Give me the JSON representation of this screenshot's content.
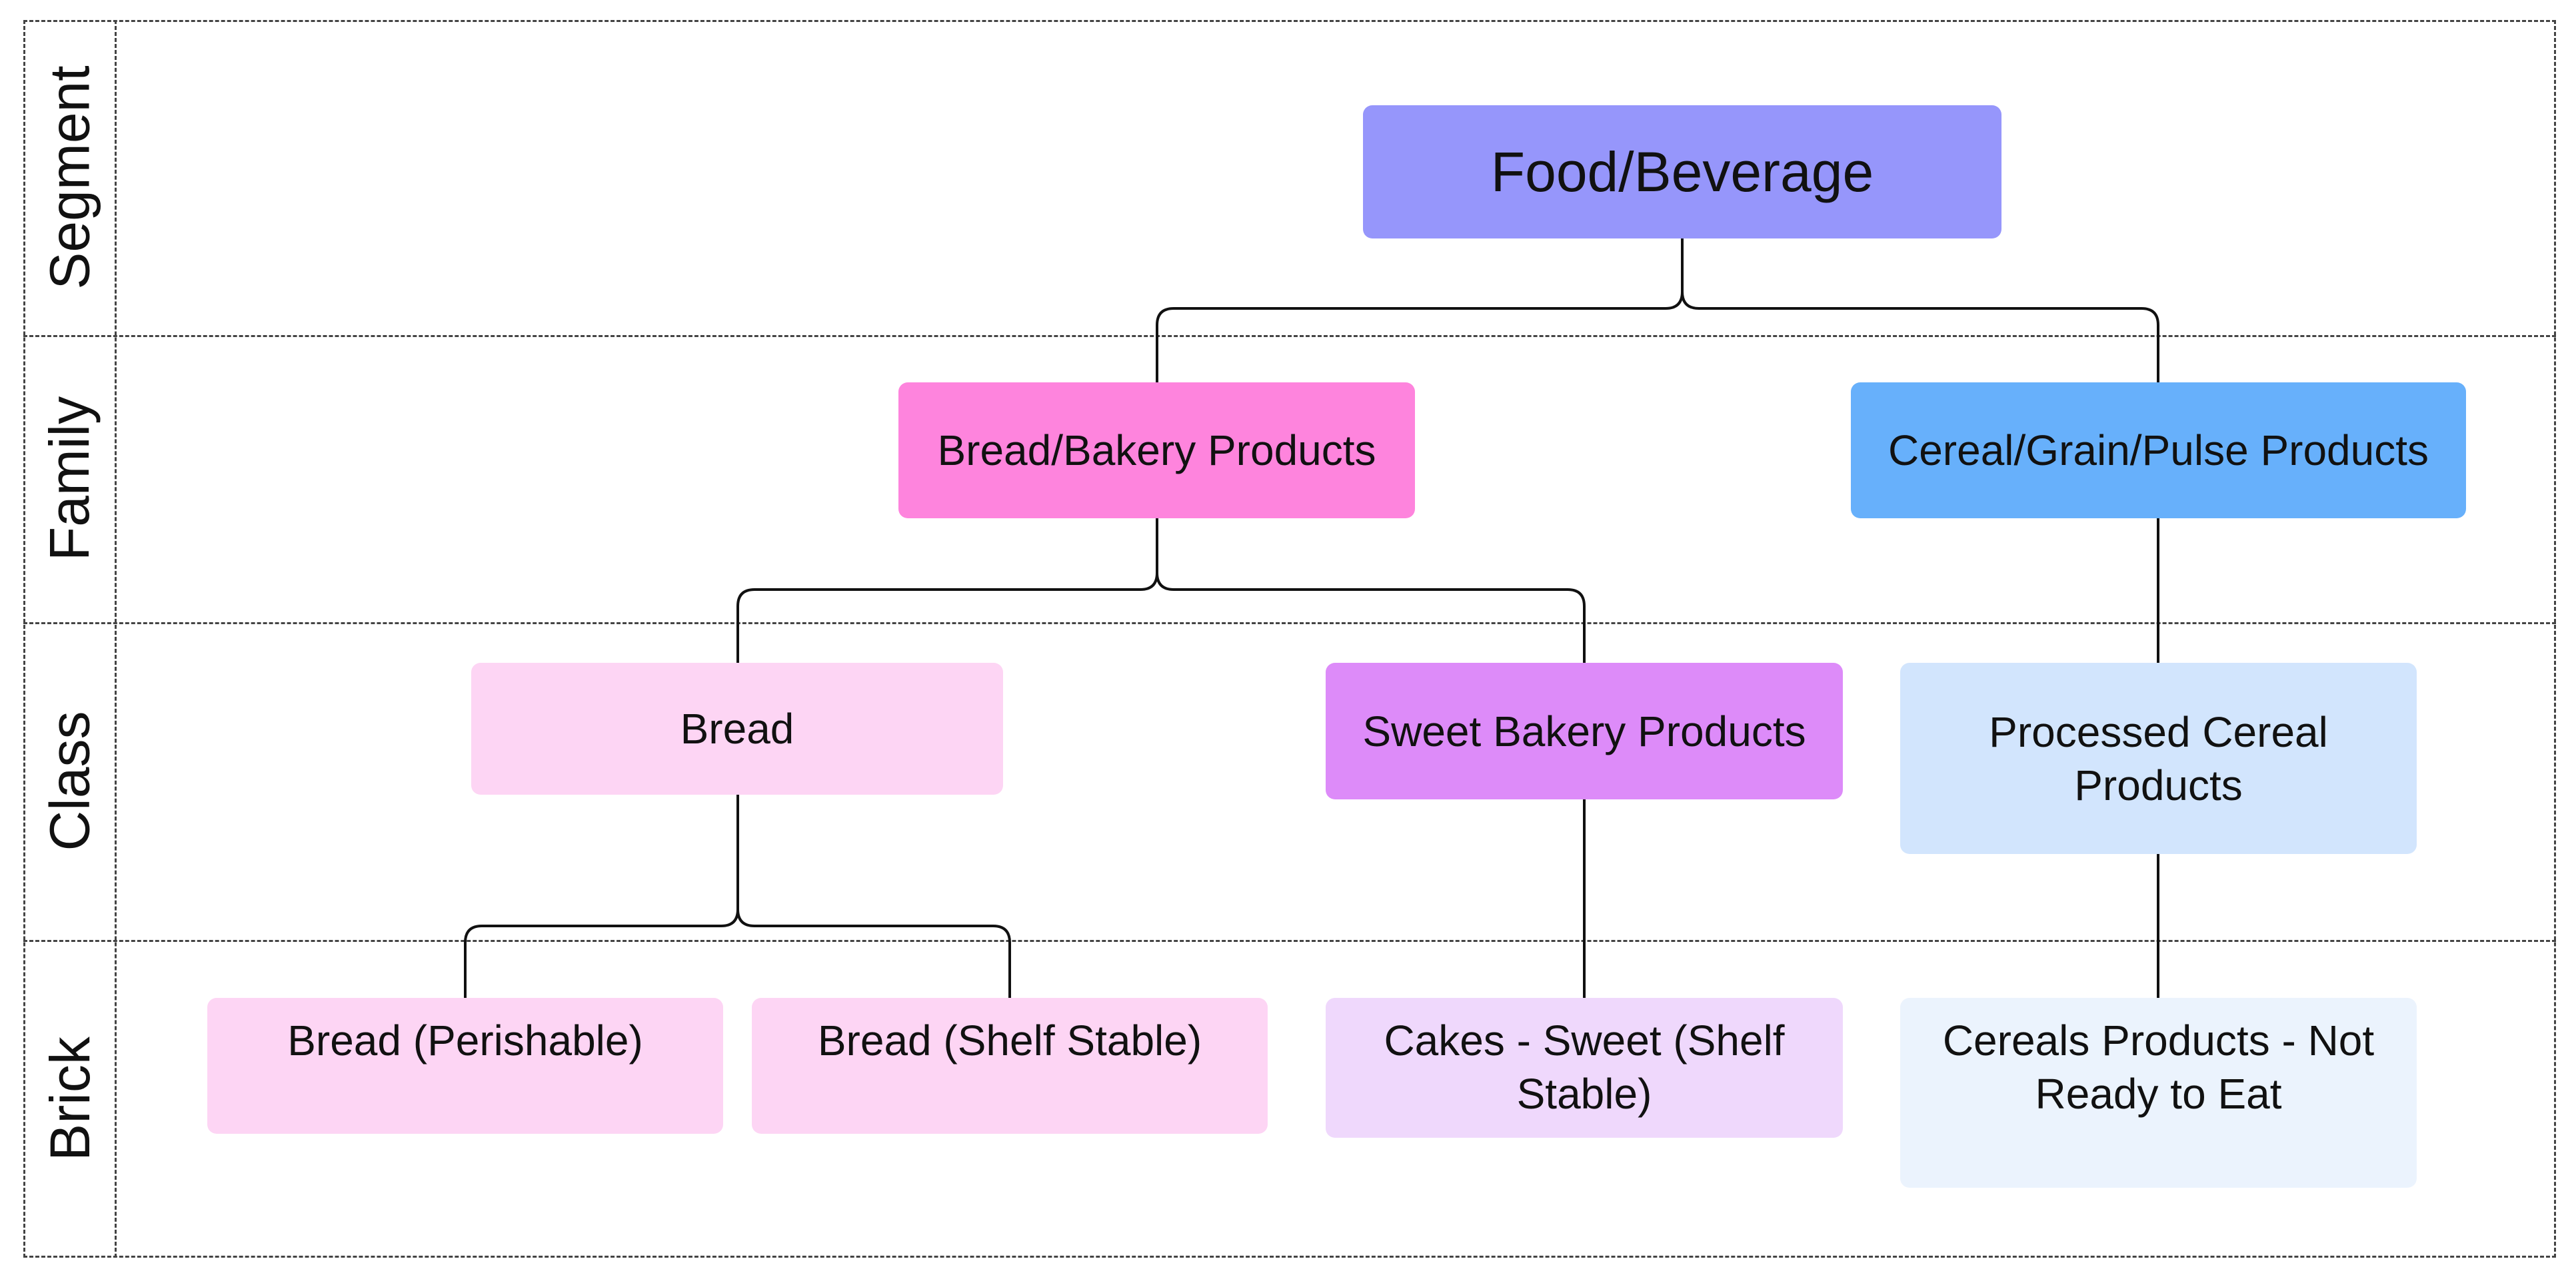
{
  "bands": [
    {
      "label": "Segment"
    },
    {
      "label": "Family"
    },
    {
      "label": "Class"
    },
    {
      "label": "Brick"
    }
  ],
  "nodes": {
    "food_beverage": {
      "label": "Food/Beverage",
      "color": "#9696fb"
    },
    "bread_bakery_products": {
      "label": "Bread/Bakery Products",
      "color": "#fe84dd"
    },
    "cereal_grain_pulse_products": {
      "label": "Cereal/Grain/Pulse Products",
      "color": "#67b0fb"
    },
    "bread": {
      "label": "Bread",
      "color": "#fdd5f4"
    },
    "sweet_bakery_products": {
      "label": "Sweet Bakery Products",
      "color": "#dd8bf9"
    },
    "processed_cereal_products": {
      "label": "Processed Cereal Products",
      "color": "#d2e5fd"
    },
    "bread_perishable": {
      "label": "Bread (Perishable)",
      "color": "#fdd5f4"
    },
    "bread_shelf_stable": {
      "label": "Bread (Shelf Stable)",
      "color": "#fdd5f4"
    },
    "cakes_sweet_shelf_stable": {
      "label": "Cakes - Sweet (Shelf Stable)",
      "color": "#efd8fc"
    },
    "cereals_not_ready_to_eat": {
      "label": "Cereals Products - Not Ready to Eat",
      "color": "#ebf3fd"
    }
  },
  "edges": [
    [
      "food_beverage",
      "bread_bakery_products"
    ],
    [
      "food_beverage",
      "cereal_grain_pulse_products"
    ],
    [
      "bread_bakery_products",
      "bread"
    ],
    [
      "bread_bakery_products",
      "sweet_bakery_products"
    ],
    [
      "cereal_grain_pulse_products",
      "processed_cereal_products"
    ],
    [
      "bread",
      "bread_perishable"
    ],
    [
      "bread",
      "bread_shelf_stable"
    ],
    [
      "sweet_bakery_products",
      "cakes_sweet_shelf_stable"
    ],
    [
      "processed_cereal_products",
      "cereals_not_ready_to_eat"
    ]
  ],
  "colors": {
    "line": "#111111",
    "border": "#444444"
  }
}
